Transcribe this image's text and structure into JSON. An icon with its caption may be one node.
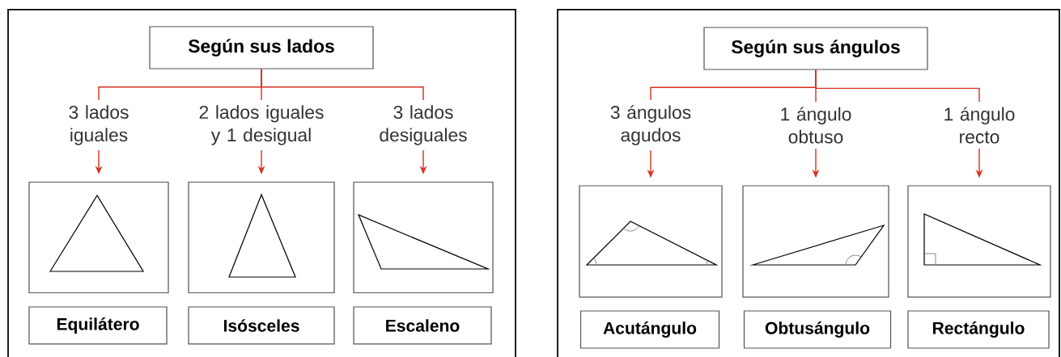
{
  "diagram": {
    "nodes": [
      {
        "text": [],
        "shape": "box"
      },
      {
        "text": [
          "Según sus lados"
        ],
        "in": 0
      },
      {
        "text": [
          "3 lados iguales"
        ],
        "in": 0
      },
      {
        "text": [
          "2 lados iguales y 1 desigual"
        ],
        "in": 0
      },
      {
        "text": [
          "3 lados desiguales"
        ],
        "in": 0
      },
      {
        "text": [],
        "shape": "picture",
        "in": 0
      },
      {
        "text": [],
        "shape": "picture",
        "in": 0
      },
      {
        "text": [],
        "shape": "picture",
        "in": 0
      },
      {
        "text": [
          "Equilátero"
        ],
        "in": 0
      },
      {
        "text": [
          "Isósceles"
        ],
        "in": 0
      },
      {
        "text": [
          "Escaleno"
        ],
        "in": 0
      },
      {
        "text": [],
        "shape": "box"
      },
      {
        "text": [
          "Según sus ángulos"
        ],
        "in": 11
      },
      {
        "text": [
          "3 ángulos agudos"
        ],
        "in": 11
      },
      {
        "text": [
          "1 ángulo obtuso"
        ],
        "in": 11
      },
      {
        "text": [
          "1 ángulo recto"
        ],
        "in": 11
      },
      {
        "text": [],
        "shape": "picture",
        "in": 11
      },
      {
        "text": [],
        "shape": "picture",
        "in": 11
      },
      {
        "text": [],
        "shape": "picture",
        "in": 11
      },
      {
        "text": [
          "Acutángulo"
        ],
        "in": 11
      },
      {
        "text": [
          "Obtusángulo"
        ],
        "in": 11
      },
      {
        "text": [
          "Rectángulo"
        ],
        "in": 11
      }
    ],
    "edges": [
      {
        "from": 1,
        "to": 2,
        "arrow": "none"
      },
      {
        "from": 1,
        "to": 3,
        "arrow": "none"
      },
      {
        "from": 1,
        "to": 4,
        "arrow": "none"
      },
      {
        "from": 2,
        "to": 5,
        "arrow": "to"
      },
      {
        "from": 3,
        "to": 6,
        "arrow": "to"
      },
      {
        "from": 4,
        "to": 7,
        "arrow": "to"
      },
      {
        "from": 12,
        "to": 13,
        "arrow": "none"
      },
      {
        "from": 12,
        "to": 14,
        "arrow": "none"
      },
      {
        "from": 12,
        "to": 15,
        "arrow": "none"
      },
      {
        "from": 13,
        "to": 16,
        "arrow": "to"
      },
      {
        "from": 14,
        "to": 17,
        "arrow": "to"
      },
      {
        "from": 15,
        "to": 18,
        "arrow": "to"
      }
    ]
  }
}
